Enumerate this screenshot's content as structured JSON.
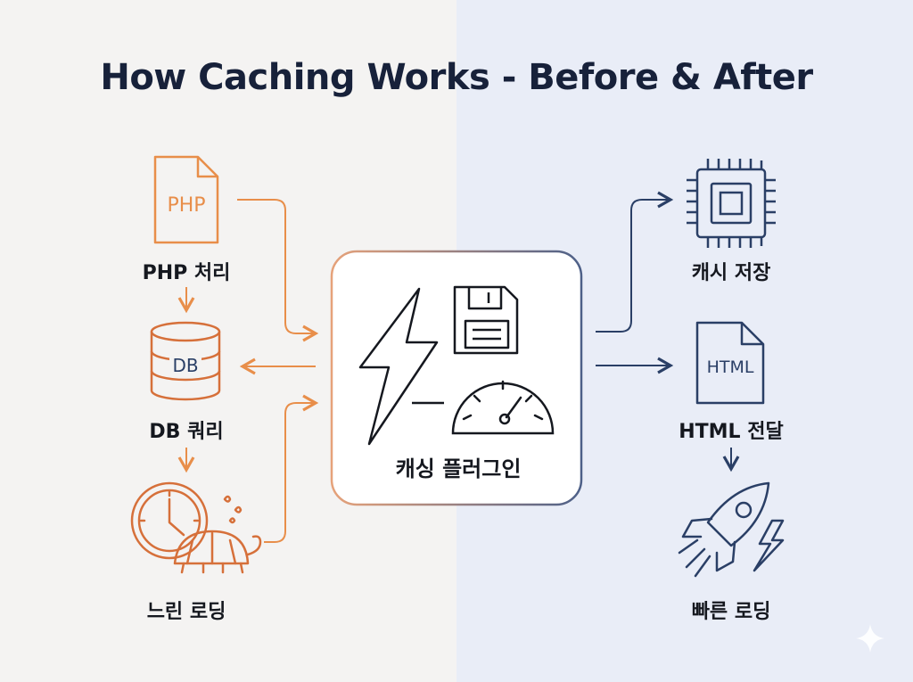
{
  "title": "How Caching Works - Before & After",
  "left": {
    "php": {
      "icon_text": "PHP",
      "label": "PHP 처리"
    },
    "db": {
      "icon_text": "DB",
      "label": "DB 쿼리"
    },
    "slow": {
      "label": "느린 로딩"
    }
  },
  "center": {
    "label": "캐싱 플러그인"
  },
  "right": {
    "cache": {
      "label": "캐시 저장"
    },
    "html": {
      "icon_text": "HTML",
      "label": "HTML 전달"
    },
    "fast": {
      "label": "빠른 로딩"
    }
  },
  "colors": {
    "orange": "#e88e4a",
    "orange_dark": "#d6703a",
    "navy": "#2a3f66",
    "title": "#17213a"
  }
}
